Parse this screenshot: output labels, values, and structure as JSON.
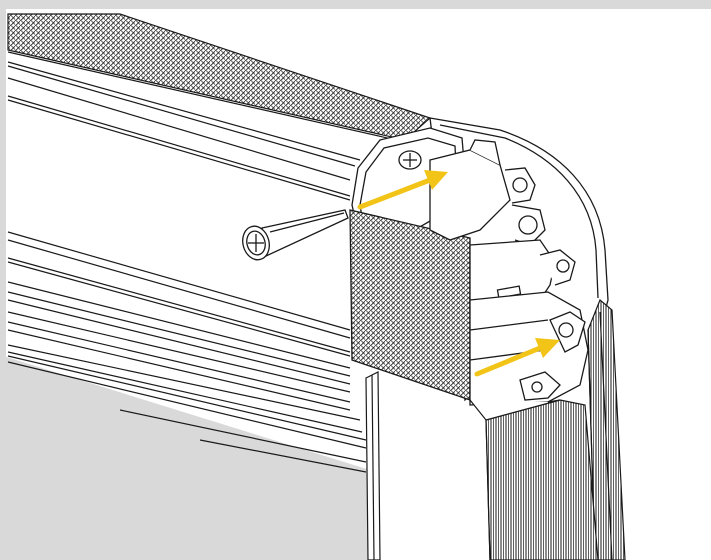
{
  "diagram": {
    "colors": {
      "background": "#d9d9d9",
      "paper": "#ffffff",
      "line": "#1a1a1a",
      "arrow": "#f2c418"
    },
    "parts": [
      "upper-cassette-housing",
      "end-cap-bracket",
      "mounting-screw",
      "guide-rail",
      "bottom-rail"
    ],
    "arrows": [
      "insert-screw-arrow",
      "clip-lock-arrow"
    ]
  }
}
